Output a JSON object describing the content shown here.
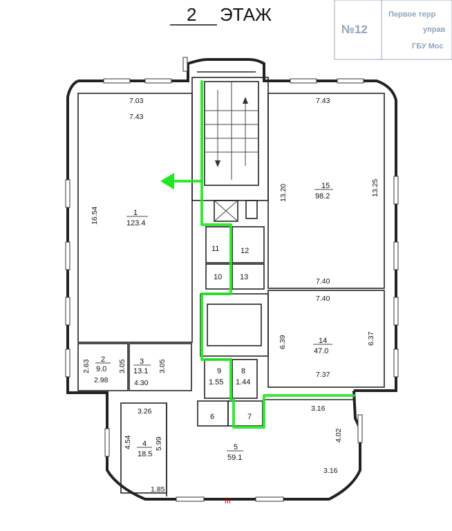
{
  "title": {
    "prefix": "2",
    "text": "ЭТАЖ"
  },
  "stamp": {
    "number": "№12",
    "line1": "Первое терр",
    "line2": "управ",
    "line3": "ГБУ Мос"
  },
  "rooms": [
    {
      "id": "1",
      "area": "123.4"
    },
    {
      "id": "2",
      "area": "9.0"
    },
    {
      "id": "3",
      "area": "13.1"
    },
    {
      "id": "4",
      "area": "18.5"
    },
    {
      "id": "5",
      "area": "59.1"
    },
    {
      "id": "6",
      "area": ""
    },
    {
      "id": "7",
      "area": ""
    },
    {
      "id": "8",
      "area": "1.44"
    },
    {
      "id": "9",
      "area": "1.55"
    },
    {
      "id": "10",
      "area": ""
    },
    {
      "id": "11",
      "area": ""
    },
    {
      "id": "12",
      "area": ""
    },
    {
      "id": "13",
      "area": ""
    },
    {
      "id": "14",
      "area": "47.0"
    },
    {
      "id": "15",
      "area": "98.2"
    }
  ],
  "dimensions": {
    "r1_top_a": "7.03",
    "r1_top_b": "7.43",
    "r1_side": "16.54",
    "r15_top": "7.43",
    "r15_left": "13.20",
    "r15_right": "13.25",
    "r15_bottom": "7.40",
    "r14_top": "7.40",
    "r14_left": "6.39",
    "r14_right": "6.37",
    "r14_bottom": "7.37",
    "r2_left": "2.63",
    "r2_right": "3.05",
    "r2_bottom": "2.98",
    "r3_right": "3.05",
    "r3_bottom": "4.30",
    "r4_top": "3.26",
    "r4_left": "4.54",
    "r4_right": "5.99",
    "r4_bottom": "1.85",
    "r5_top": "3.16",
    "r5_right": "4.02",
    "r5_bottom": "3.16",
    "stair_tag": "III"
  },
  "colors": {
    "route": "#22e622",
    "walls": "#222222"
  }
}
